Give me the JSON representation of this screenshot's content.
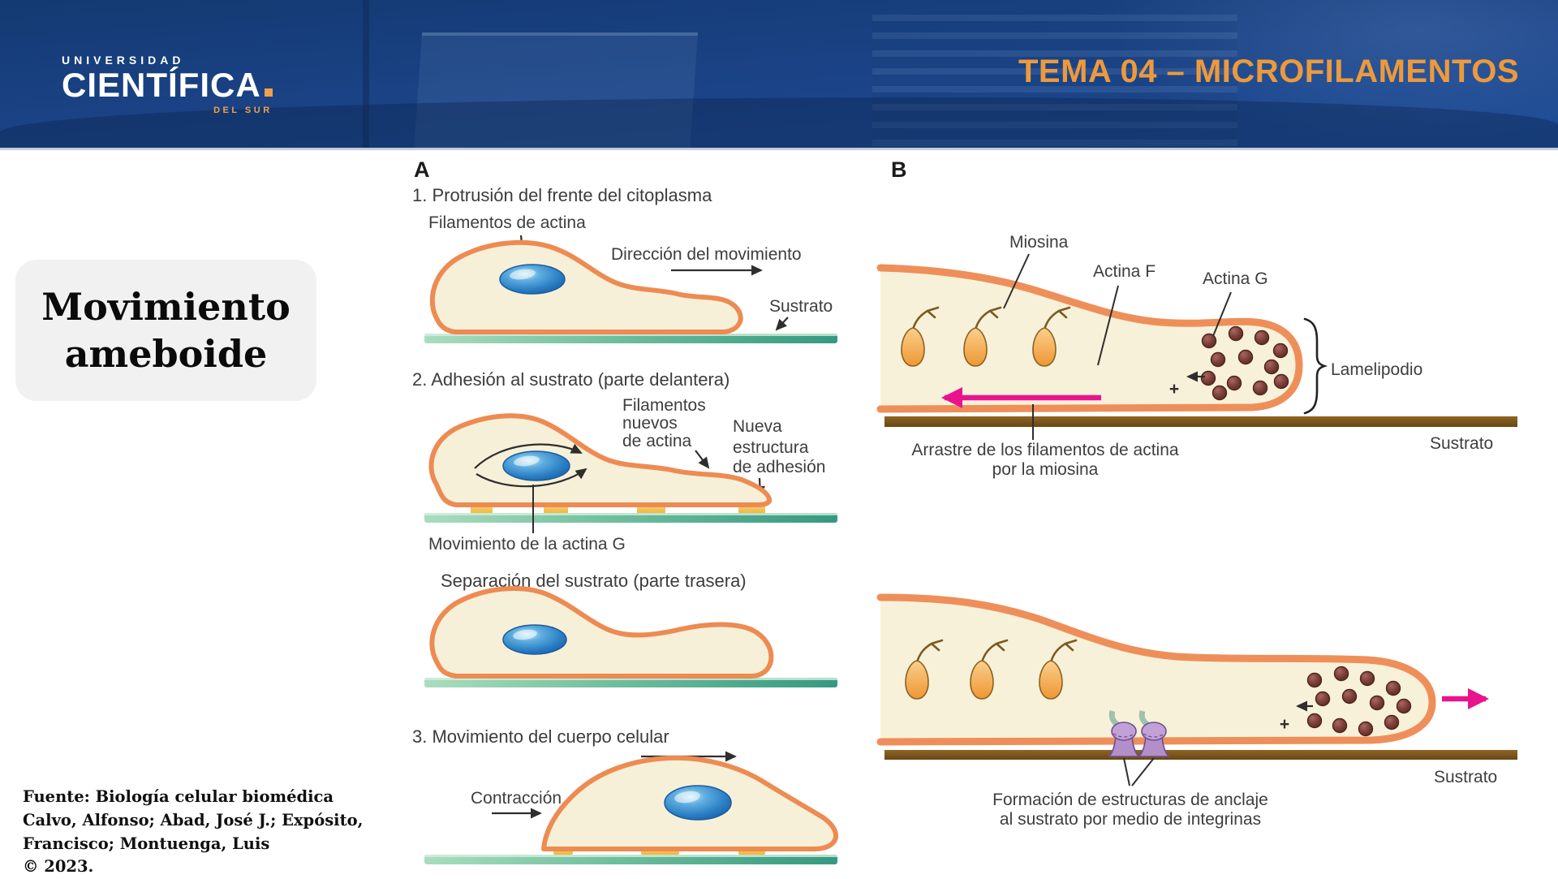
{
  "header": {
    "logo_top": "UNIVERSIDAD",
    "logo_main": "CIENTÍFICA",
    "logo_sub": "DEL SUR",
    "title": "TEMA 04 – MICROFILAMENTOS"
  },
  "slide_title": {
    "line1": "Movimiento",
    "line2": "ameboide"
  },
  "panel_a": {
    "label": "A",
    "step1_title": "1. Protrusión del frente del citoplasma",
    "fig1": {
      "actin_label": "Filamentos de actina",
      "direction_label": "Dirección del movimiento",
      "substrate_label": "Sustrato"
    },
    "step2_title": "2. Adhesión al sustrato (parte delantera)",
    "fig2": {
      "new_actin_l1": "Filamentos",
      "new_actin_l2": "nuevos",
      "new_actin_l3": "de actina",
      "adhesion_l1": "Nueva",
      "adhesion_l2": "estructura",
      "adhesion_l3": "de adhesión",
      "actin_g_label": "Movimiento de la actina G"
    },
    "detach_title": "Separación del sustrato (parte trasera)",
    "step3_title": "3. Movimiento del cuerpo celular",
    "fig4": {
      "contraction_label": "Contracción"
    }
  },
  "panel_b": {
    "label": "B",
    "fig1": {
      "myosin_label": "Miosina",
      "actin_f_label": "Actina F",
      "actin_g_label": "Actina G",
      "lamellipodium_label": "Lamelipodio",
      "substrate_label": "Sustrato",
      "plus_sign": "+",
      "caption_l1": "Arrastre de los filamentos de actina",
      "caption_l2": "por la miosina"
    },
    "fig2": {
      "substrate_label": "Sustrato",
      "plus_sign": "+",
      "caption_l1": "Formación de estructuras de anclaje",
      "caption_l2": "al sustrato por medio de integrinas"
    }
  },
  "source": {
    "l1": "Fuente: Biología celular biomédica",
    "l2": "Calvo, Alfonso; Abad, José J.; Expósito,",
    "l3": "Francisco; Montuenga, Luis",
    "l4": "© 2023."
  },
  "colors": {
    "header_blue": "#1a4284",
    "accent_orange": "#EC9A3C",
    "membrane_orange": "#ED8B52",
    "hatch_orange": "#E06F38",
    "cytoplasm_cream": "#F7F0D8",
    "nucleus_blue": "#2A7EC4",
    "substrate_teal": "#6FBF9E",
    "substrate_brown": "#7B5318",
    "actin_bead_maroon": "#7C3E39",
    "myosin_orange": "#EE9733",
    "integrin_purple": "#B28FC9",
    "magenta_arrow": "#E8148E",
    "title_card_bg": "#F1F1F1"
  }
}
